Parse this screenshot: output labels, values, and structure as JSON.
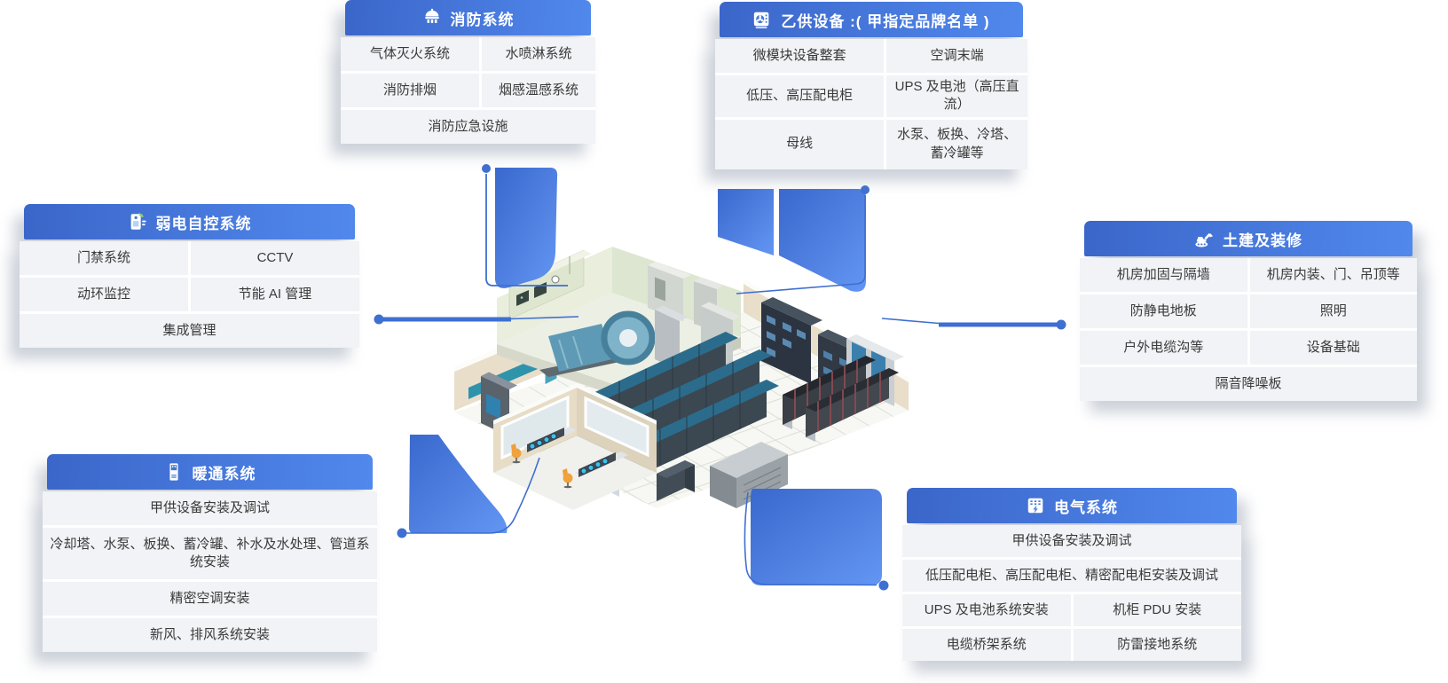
{
  "colors": {
    "accent": "#3f6fd4",
    "header_gradient_start": "#3b66c9",
    "header_gradient_end": "#5188ec",
    "cell_background": "#f1f3f6",
    "cell_text": "#3a3a3a",
    "connector": "#3f6fd0"
  },
  "panels": {
    "fire": {
      "title": "消防系统",
      "icon": "fire-sprinkler-icon",
      "cells": [
        "气体灭火系统",
        "水喷淋系统",
        "消防排烟",
        "烟感温感系统",
        "消防应急设施"
      ]
    },
    "owner_supplied": {
      "title": "乙供设备 :( 甲指定品牌名单 )",
      "icon": "hvac-unit-icon",
      "cells": [
        "微模块设备整套",
        "空调末端",
        "低压、高压配电柜",
        "UPS 及电池（高压直流）",
        "母线",
        "水泵、板换、冷塔、蓄冷罐等"
      ]
    },
    "elv": {
      "title": "弱电自控系统",
      "icon": "access-control-icon",
      "cells": [
        "门禁系统",
        "CCTV",
        "动环监控",
        "节能 AI 管理",
        "集成管理"
      ]
    },
    "civil": {
      "title": "土建及装修",
      "icon": "excavator-icon",
      "cells": [
        "机房加固与隔墙",
        "机房内装、门、吊顶等",
        "防静电地板",
        "照明",
        "户外电缆沟等",
        "设备基础",
        "隔音降噪板"
      ]
    },
    "hvac": {
      "title": "暖通系统",
      "icon": "precision-ac-icon",
      "cells": [
        "甲供设备安装及调试",
        "冷却塔、水泵、板换、蓄冷罐、补水及水处理、管道系统安装",
        "精密空调安装",
        "新风、排风系统安装"
      ]
    },
    "electrical": {
      "title": "电气系统",
      "icon": "electrical-panel-icon",
      "cells": [
        "甲供设备安装及调试",
        "低压配电柜、高压配电柜、精密配电柜安装及调试",
        "UPS 及电池系统安装",
        "机柜 PDU 安装",
        "电缆桥架系统",
        "防雷接地系统"
      ]
    }
  },
  "illustration": {
    "name": "isometric-data-center-room"
  }
}
